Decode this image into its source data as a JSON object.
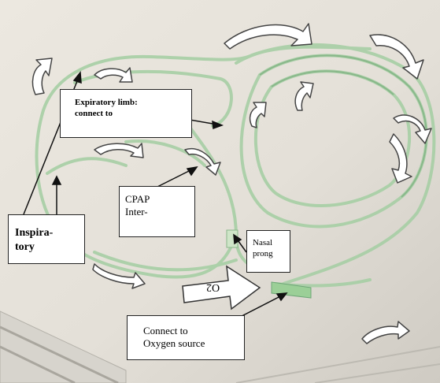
{
  "labels": {
    "expiratory": [
      "Expiratory limb:",
      "connect to"
    ],
    "cpap": [
      "CPAP",
      "Inter-"
    ],
    "inspiratory": [
      "Inspira-",
      "tory"
    ],
    "nasal": [
      "Nasal",
      "prong"
    ],
    "oxygen": [
      "Connect to",
      "Oxygen source"
    ],
    "o2": "O2"
  },
  "colors": {
    "background": "#e8e4dc",
    "tubing": "#9fc9a0",
    "tubing_dark": "#6fa777",
    "label_fill": "#ffffff"
  }
}
